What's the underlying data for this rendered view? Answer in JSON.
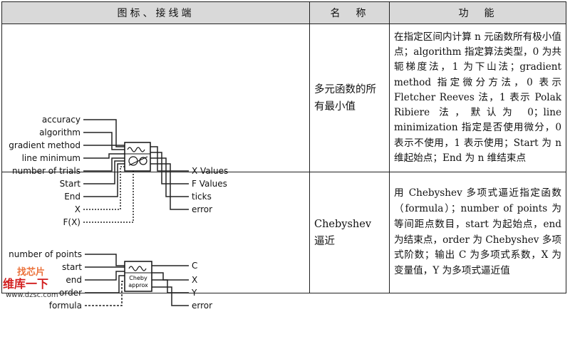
{
  "header": {
    "col1": "图标、接线端",
    "col2": "名　称",
    "col3": "功　能"
  },
  "rows": [
    {
      "name": "多元函数的所有最小值",
      "function": "在指定区间内计算 n 元函数所有极小值点；algorithm 指定算法类型，0 为共轭梯度法，1 为下山法；gradient method 指定微分方法，0 表示 Fletcher Reeves 法，1 表示 Polak Ribiere 法，默认为 0；line minimization 指定是否使用微分，0 表示不使用，1 表示使用；Start 为 n 维起始点；End 为 n 维结束点",
      "inputs": [
        "accuracy",
        "algorithm",
        "gradient method",
        "line minimum",
        "number of trials",
        "Start",
        "End",
        "X",
        "F(X)"
      ],
      "outputs": [
        "X Values",
        "F Values",
        "ticks",
        "error"
      ]
    },
    {
      "name": "Chebyshev 逼近",
      "function": "用 Chebyshev 多项式逼近指定函数（formula）；number of points 为等间距点数目，start 为起始点，end 为结束点，order 为 Chebyshev 多项式阶数；输出 C 为多项式系数，X 为变量值，Y 为多项式逼近值",
      "inputs": [
        "number of points",
        "start",
        "end",
        "order",
        "formula"
      ],
      "outputs": [
        "C",
        "X",
        "Y",
        "error"
      ],
      "icon_text": [
        "Cheby",
        "approx"
      ]
    }
  ],
  "watermark": {
    "top": "找芯片",
    "main": "维库一下",
    "url": "www.dzsc.com"
  }
}
